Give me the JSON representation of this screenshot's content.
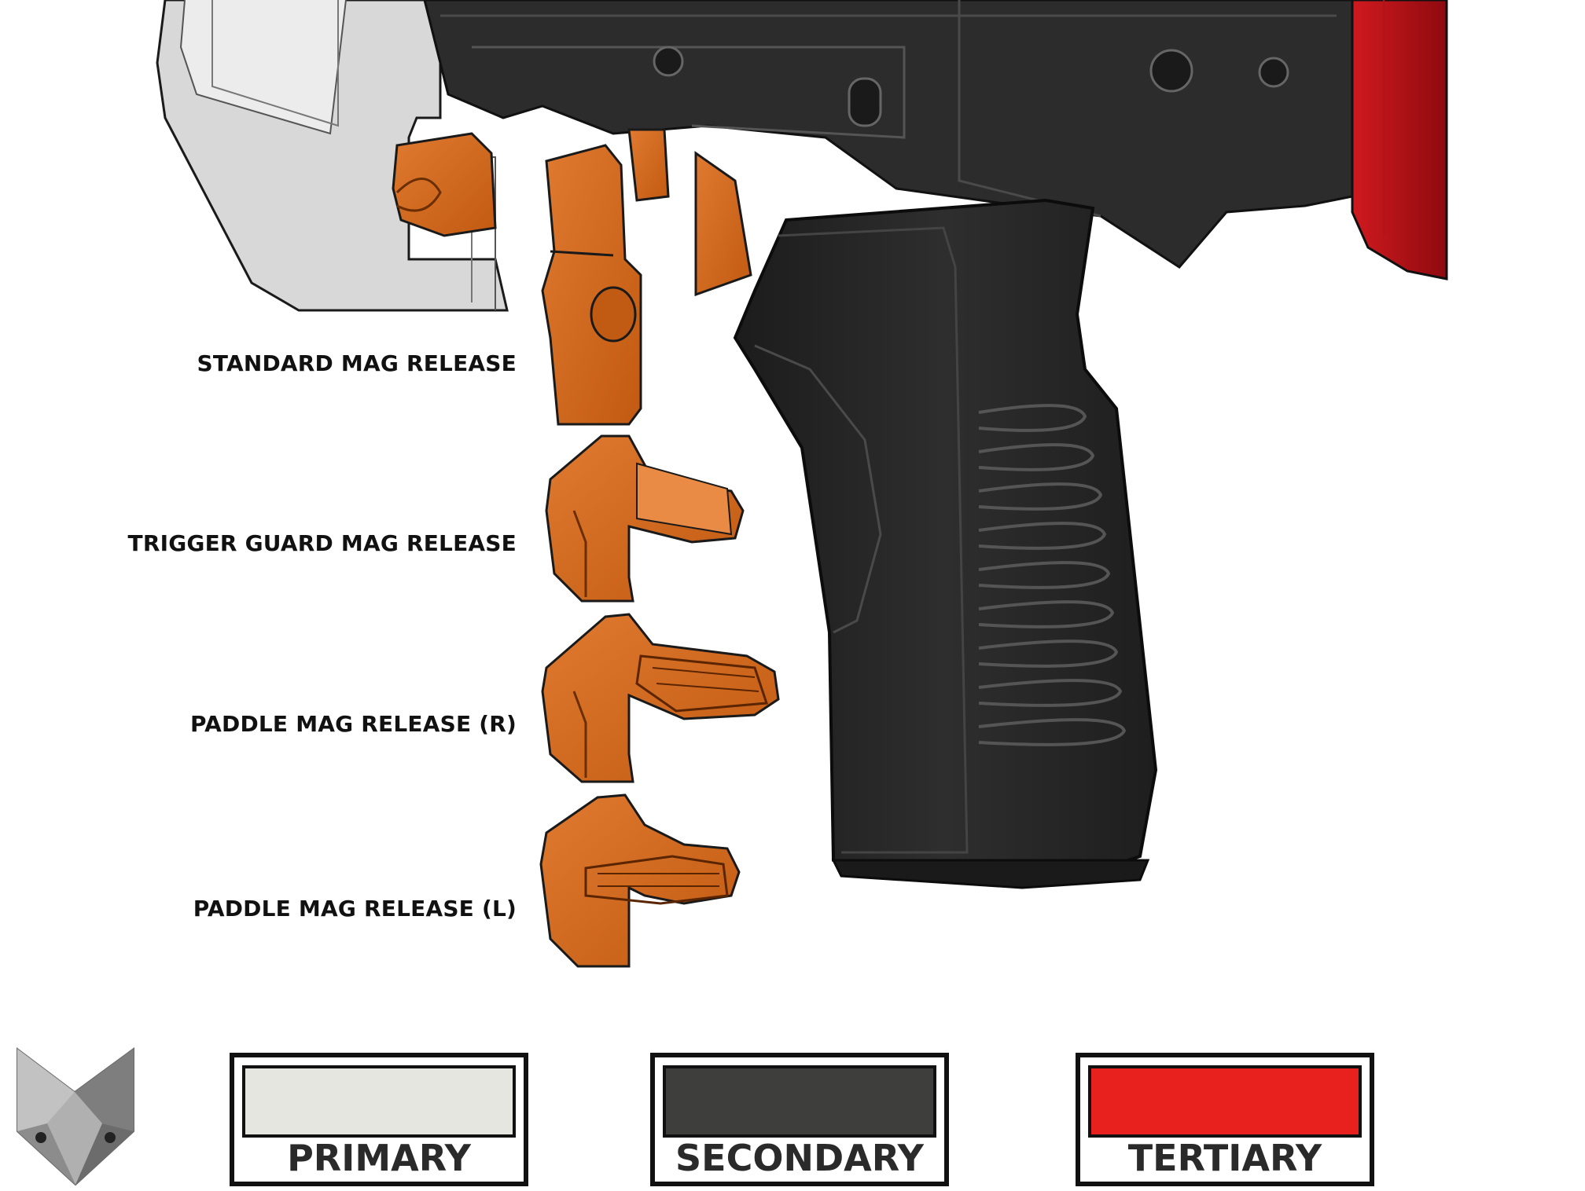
{
  "labels": {
    "standard": "STANDARD MAG RELEASE",
    "trigger_guard": "TRIGGER GUARD MAG RELEASE",
    "paddle_r": "PADDLE MAG RELEASE (R)",
    "paddle_l": "PADDLE MAG RELEASE (L)"
  },
  "legend": {
    "primary": {
      "label": "PRIMARY",
      "color": "#e6e6e0"
    },
    "secondary": {
      "label": "SECONDARY",
      "color": "#3e3e3c"
    },
    "tertiary": {
      "label": "TERTIARY",
      "color": "#e8211f"
    }
  },
  "colors": {
    "part_orange": "#d4691a",
    "part_orange_light": "#e98a45",
    "outline": "#1a1a1a",
    "grip_black": "#262626",
    "frame_grey": "#cfcfcf",
    "stock_red": "#a80d12"
  },
  "icons": {
    "logo": "fox-head-logo"
  }
}
